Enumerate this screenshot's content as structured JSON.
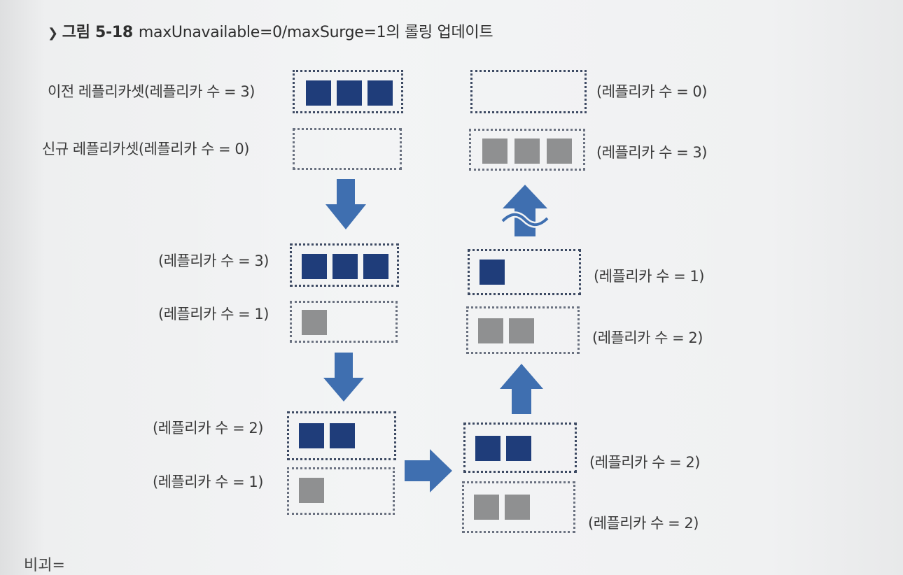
{
  "figure": {
    "chevron": "❯",
    "number": "그림 5-18",
    "caption": "maxUnavailable=0/maxSurge=1의 롤링 업데이트"
  },
  "left_column": {
    "old_label": "이전 레플리카셋(레플리카 수 = 3)",
    "new_label": "신규 레플리카셋(레플리카 수 = 0)",
    "step2_old": "(레플리카 수 = 3)",
    "step2_new": "(레플리카 수 = 1)",
    "step3_old": "(레플리카 수 = 2)",
    "step3_new": "(레플리카 수 = 1)"
  },
  "right_column": {
    "step1_old": "(레플리카 수 = 2)",
    "step1_new": "(레플리카 수 = 2)",
    "step2_old": "(레플리카 수 = 1)",
    "step2_new": "(레플리카 수 = 2)",
    "final_old": "(레플리카 수 = 0)",
    "final_new": "(레플리카 수 = 3)"
  },
  "colors": {
    "old_pod": "#1f3d7a",
    "new_pod": "#8f9091",
    "arrow": "#3f6fb0"
  },
  "footer_fragment": "비괴="
}
